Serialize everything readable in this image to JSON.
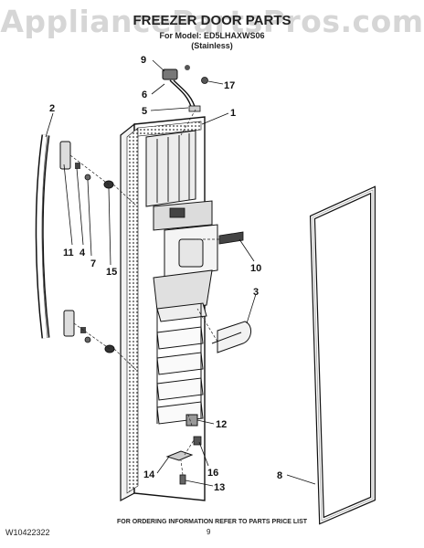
{
  "watermark": "AppliancePartsPros.com",
  "title": "FREEZER DOOR PARTS",
  "model_line": "For Model: ED5LHAXWS06",
  "finish_line": "(Stainless)",
  "callouts": [
    "1",
    "2",
    "3",
    "4",
    "5",
    "6",
    "7",
    "8",
    "9",
    "10",
    "11",
    "12",
    "13",
    "14",
    "15",
    "16",
    "17"
  ],
  "footer": {
    "doc_number": "W10422322",
    "note": "FOR ORDERING INFORMATION REFER TO PARTS PRICE LIST",
    "page": "9"
  }
}
